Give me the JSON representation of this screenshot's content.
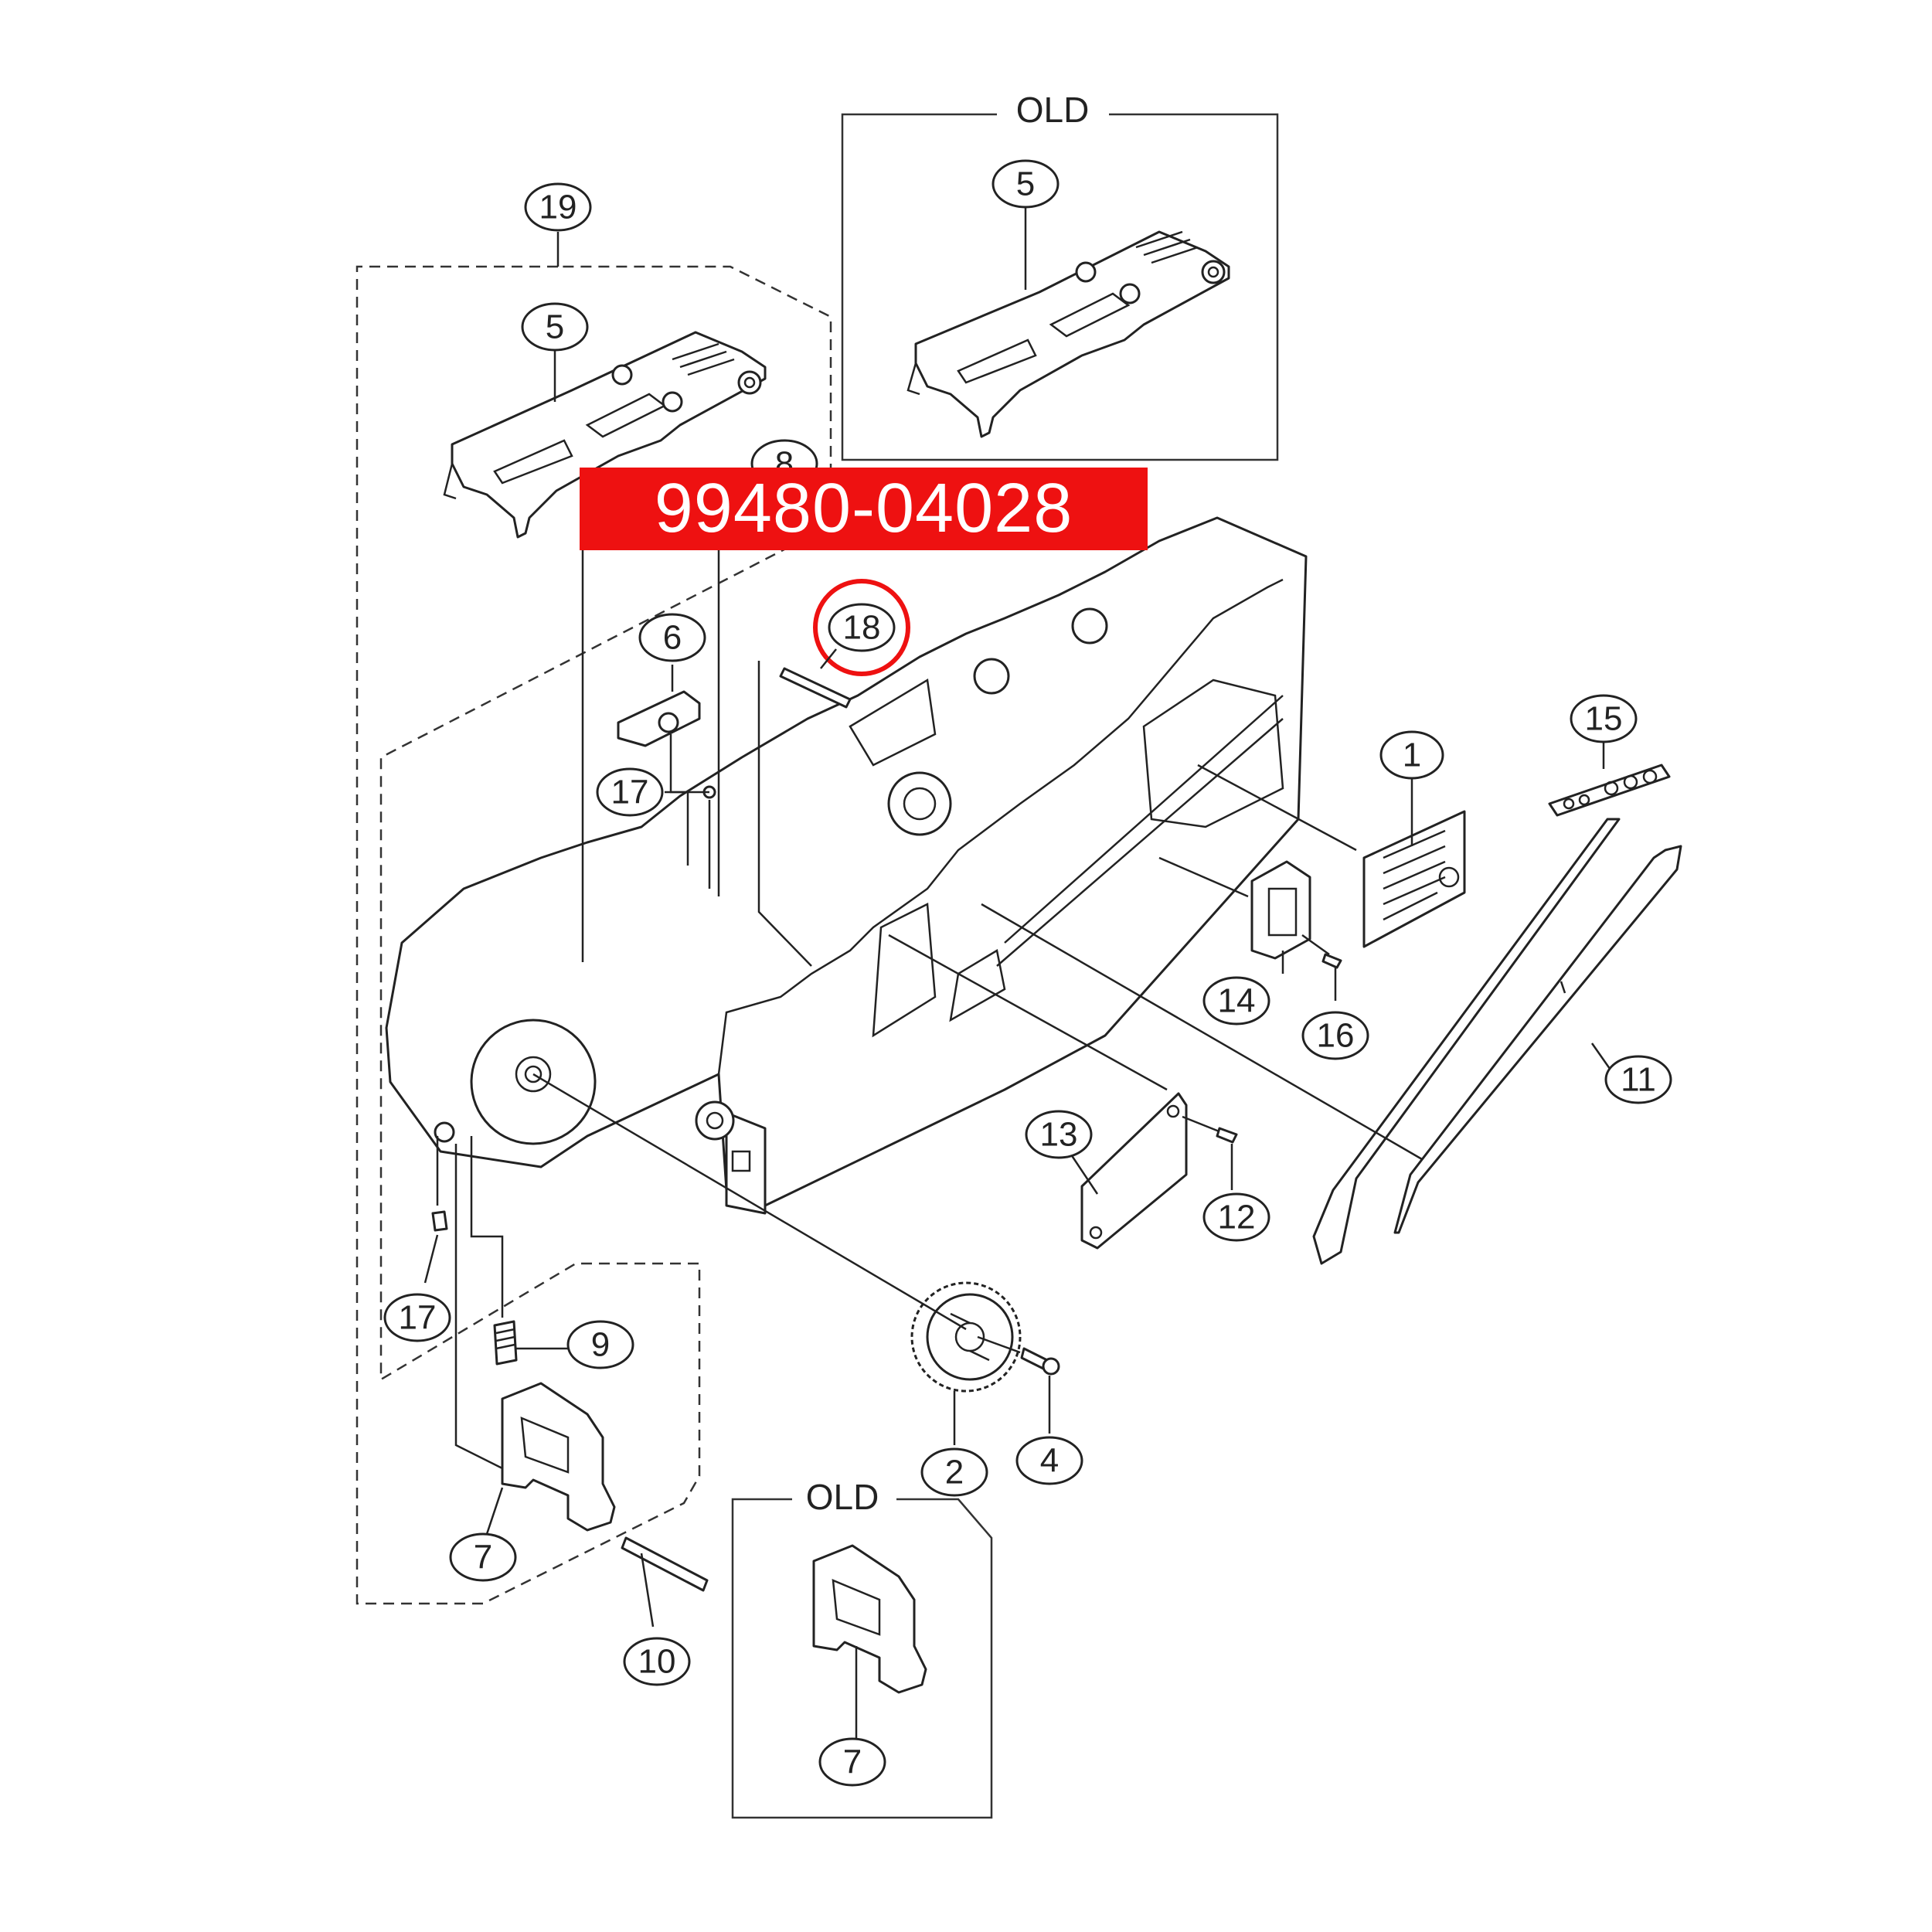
{
  "diagram": {
    "banner_part_number": "99480-04028",
    "frames": {
      "old_top": "OLD",
      "old_bottom": "OLD"
    },
    "labels": {
      "l19": "19",
      "l5_assy": "5",
      "l5_old": "5",
      "l8": "8",
      "l18": "18",
      "l6": "6",
      "l17_top": "17",
      "l17_bottom": "17",
      "l1": "1",
      "l15": "15",
      "l14": "14",
      "l16": "16",
      "l11": "11",
      "l13": "13",
      "l12": "12",
      "l9": "9",
      "l2": "2",
      "l4": "4",
      "l7_assy": "7",
      "l7_old": "7",
      "l10": "10"
    },
    "highlight_color": "#ee1111"
  }
}
